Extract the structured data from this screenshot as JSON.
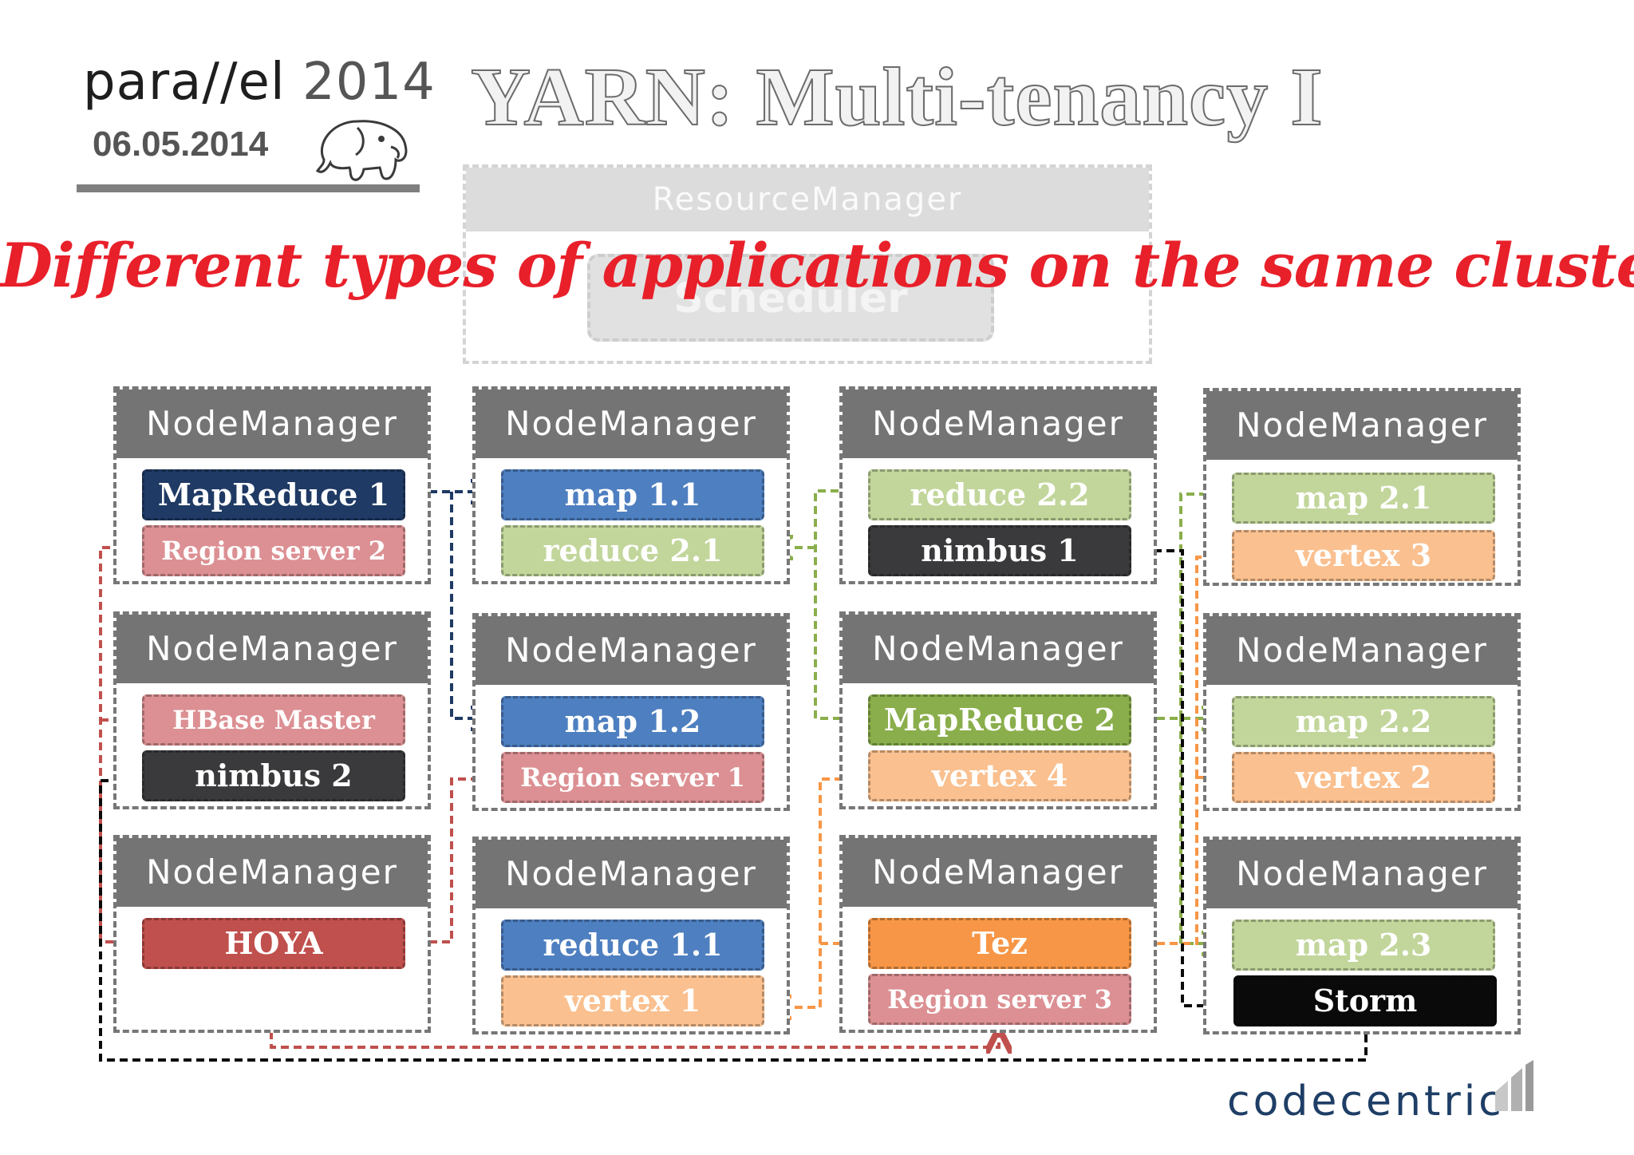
{
  "brand": {
    "name": "para//el",
    "year": "2014",
    "date": "06.05.2014"
  },
  "slide_title": "YARN: Multi-tenancy I",
  "resource_manager": {
    "label": "ResourceManager",
    "scheduler_label": "Scheduler"
  },
  "overlay_text": "Different types of applications on the same cluster",
  "nodemanager_label": "NodeManager",
  "colors": {
    "navy": "#1f3a64",
    "blue": "#4e7fc0",
    "green_light": "#c2d69b",
    "green": "#8aae4b",
    "pink": "#dc9093",
    "red": "#c0504d",
    "orange": "#f79646",
    "peach": "#fac08f",
    "dark": "#3a3a3c",
    "black": "#0a0a0a",
    "overlay": "#e8202a"
  },
  "containers": {
    "mapreduce_1": "MapReduce 1",
    "region_server_2": "Region server 2",
    "map_1_1": "map 1.1",
    "reduce_2_1": "reduce 2.1",
    "reduce_2_2": "reduce 2.2",
    "nimbus_1": "nimbus 1",
    "map_2_1": "map 2.1",
    "vertex_3": "vertex 3",
    "hbase_master": "HBase Master",
    "nimbus_2": "nimbus 2",
    "map_1_2": "map 1.2",
    "region_server_1": "Region server 1",
    "mapreduce_2": "MapReduce 2",
    "vertex_4": "vertex 4",
    "map_2_2": "map 2.2",
    "vertex_2": "vertex 2",
    "hoya": "HOYA",
    "reduce_1_1": "reduce 1.1",
    "vertex_1": "vertex 1",
    "tez": "Tez",
    "region_server_3": "Region server 3",
    "map_2_3": "map 2.3",
    "storm": "Storm"
  },
  "footer_logo": "codecentric"
}
